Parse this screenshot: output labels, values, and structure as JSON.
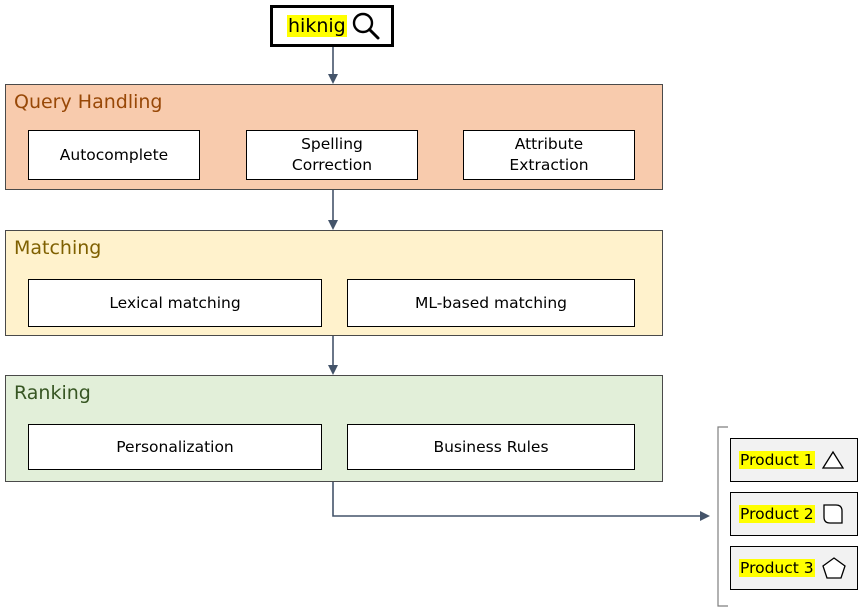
{
  "search": {
    "query": "hiknig",
    "icon": "search-icon"
  },
  "stages": [
    {
      "id": "query-handling",
      "title": "Query Handling",
      "fill": "#f8cbad",
      "title_color": "#984807",
      "steps": [
        "Autocomplete",
        "Spelling\nCorrection",
        "Attribute\nExtraction"
      ]
    },
    {
      "id": "matching",
      "title": "Matching",
      "fill": "#fff2cc",
      "title_color": "#7f6000",
      "steps": [
        "Lexical matching",
        "ML-based matching"
      ]
    },
    {
      "id": "ranking",
      "title": "Ranking",
      "fill": "#e2efd9",
      "title_color": "#375623",
      "steps": [
        "Personalization",
        "Business Rules"
      ]
    }
  ],
  "products": [
    {
      "label": "Product 1",
      "icon": "triangle-icon"
    },
    {
      "label": "Product 2",
      "icon": "rounded-square-icon"
    },
    {
      "label": "Product 3",
      "icon": "pentagon-icon"
    }
  ],
  "colors": {
    "arrow": "#44546a",
    "highlight": "#ffff00",
    "product_fill": "#f2f2f2"
  }
}
